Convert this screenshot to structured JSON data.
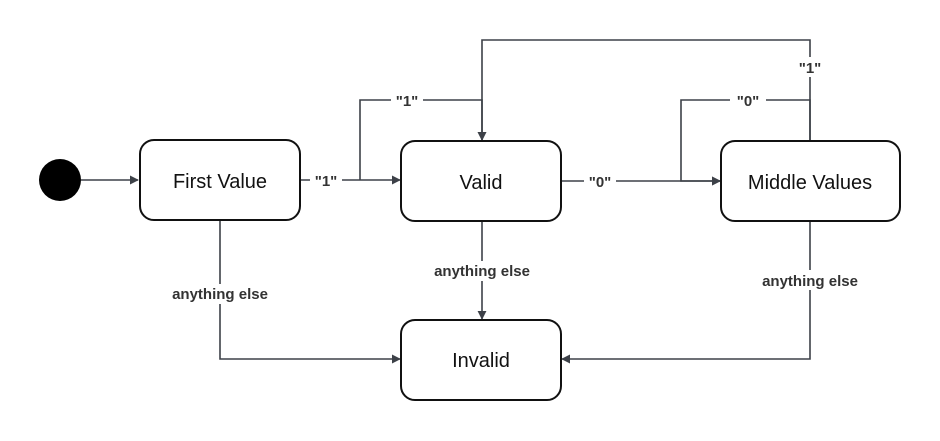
{
  "diagram": {
    "states": {
      "first_value": "First Value",
      "valid": "Valid",
      "middle_values": "Middle Values",
      "invalid": "Invalid"
    },
    "edge_labels": {
      "first_to_valid": "\"1\"",
      "valid_self_loop": "\"1\"",
      "valid_to_middle": "\"0\"",
      "middle_self_loop": "\"0\"",
      "middle_to_valid": "\"1\"",
      "first_to_invalid": "anything else",
      "valid_to_invalid": "anything else",
      "middle_to_invalid": "anything else"
    },
    "colors": {
      "edge": "#3d4148",
      "state_border": "#111111",
      "initial_node": "#000000"
    }
  }
}
